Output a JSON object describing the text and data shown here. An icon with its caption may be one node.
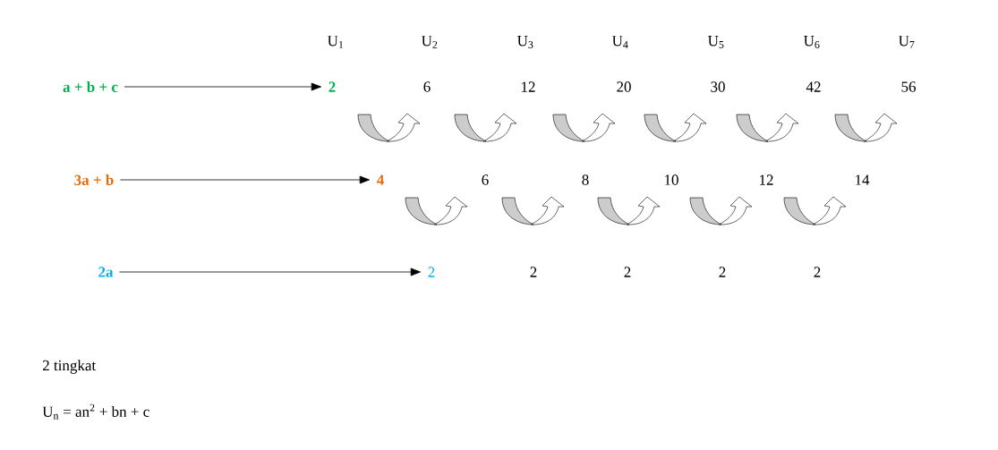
{
  "diagram": {
    "nodes": [
      {
        "text": [
          "a + b + c"
        ]
      },
      {
        "text": [
          "2"
        ]
      },
      {
        "text": [
          "3a + b"
        ]
      },
      {
        "text": [
          "4"
        ]
      },
      {
        "text": [
          "2a"
        ]
      },
      {
        "text": [
          "2"
        ]
      }
    ],
    "edges": [
      {
        "from": 0,
        "to": 1,
        "arrow": "to"
      },
      {
        "from": 2,
        "to": 3,
        "arrow": "to"
      },
      {
        "from": 4,
        "to": 5,
        "arrow": "to"
      }
    ],
    "labels": [
      "U$_{1}$",
      "U$_{2}$",
      "U$_{3}$",
      "U$_{4}$",
      "U$_{5}$",
      "U$_{6}$",
      "U$_{7}$",
      "6",
      "12",
      "20",
      "30",
      "42",
      "56",
      "6",
      "8",
      "10",
      "12",
      "14",
      "2",
      "2",
      "2",
      "2",
      "2 tingkat",
      "U$_{n}$ = an$^{2}$ + bn + c"
    ]
  }
}
